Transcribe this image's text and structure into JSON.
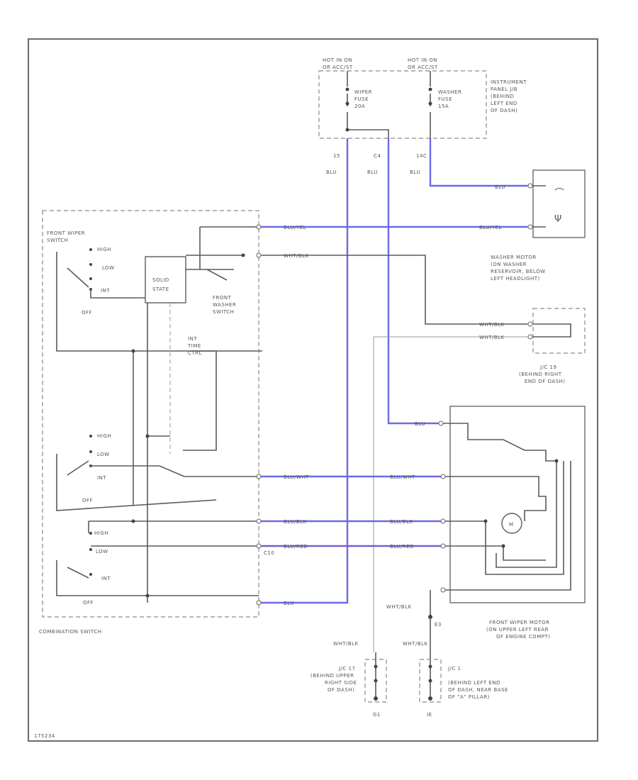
{
  "fuse_block": {
    "hot_left": [
      "HOT IN ON",
      "OR ACC/ST"
    ],
    "hot_right": [
      "HOT IN ON",
      "OR ACC/ST"
    ],
    "wiper_fuse": [
      "WIPER",
      "FUSE",
      "20A"
    ],
    "washer_fuse": [
      "WASHER",
      "FUSE",
      "15A"
    ],
    "location": [
      "INSTRUMENT",
      "PANEL J/B",
      "(BEHIND",
      "LEFT END",
      "OF DASH)"
    ],
    "pins": [
      "15",
      "C4",
      "14C"
    ],
    "pin_colors": [
      "BLU",
      "BLU",
      "BLU"
    ]
  },
  "combination_switch": {
    "title": [
      "FRONT WIPER",
      "SWITCH"
    ],
    "solid_state": [
      "SOLID",
      "STATE"
    ],
    "washer_switch": [
      "FRONT",
      "WASHER",
      "SWITCH"
    ],
    "int_time": [
      "INT",
      "TIME",
      "CTRL"
    ],
    "positions_top": [
      "HIGH",
      "LOW",
      "INT",
      "OFF"
    ],
    "positions_mid": [
      "HIGH",
      "LOW",
      "INT",
      "OFF"
    ],
    "positions_bot": [
      "HIGH",
      "LOW",
      "INT",
      "OFF"
    ],
    "connector": "C10",
    "label": "COMBINATION SWITCH"
  },
  "wires": {
    "w1": "BLU/YEL",
    "w2": "WHT/BLK",
    "w3": "BLU/WHT",
    "w4": "BLU/BLK",
    "w5": "BLU/RED",
    "w6": "BLU",
    "washer_feed": "BLU",
    "motor_feed": "BLU",
    "jc_a": "WHT/BLK",
    "jc_b": "WHT/BLK",
    "motor_ground": "WHT/BLK",
    "gnd_left": "WHT/BLK",
    "gnd_right": "WHT/BLK"
  },
  "washer_motor": [
    "WASHER MOTOR",
    "(ON WASHER",
    "RESERVOIR, BELOW",
    "LEFT HEADLIGHT)"
  ],
  "jc19": [
    "J/C 19",
    "(BEHIND RIGHT",
    "END OF DASH)"
  ],
  "wiper_motor": [
    "FRONT WIPER MOTOR",
    "(ON UPPER LEFT REAR",
    "OF ENGINE COMPT)"
  ],
  "jc17": [
    "J/C 17",
    "(BEHIND UPPER",
    "RIGHT SIDE",
    "OF DASH)"
  ],
  "jc1": [
    "J/C 1",
    "(BEHIND LEFT END",
    "OF DASH, NEAR BASE",
    "OF \"A\" PILLAR)"
  ],
  "grounds": [
    "G1",
    "IE"
  ],
  "ground_e3": "E3",
  "footer_code": "175234"
}
